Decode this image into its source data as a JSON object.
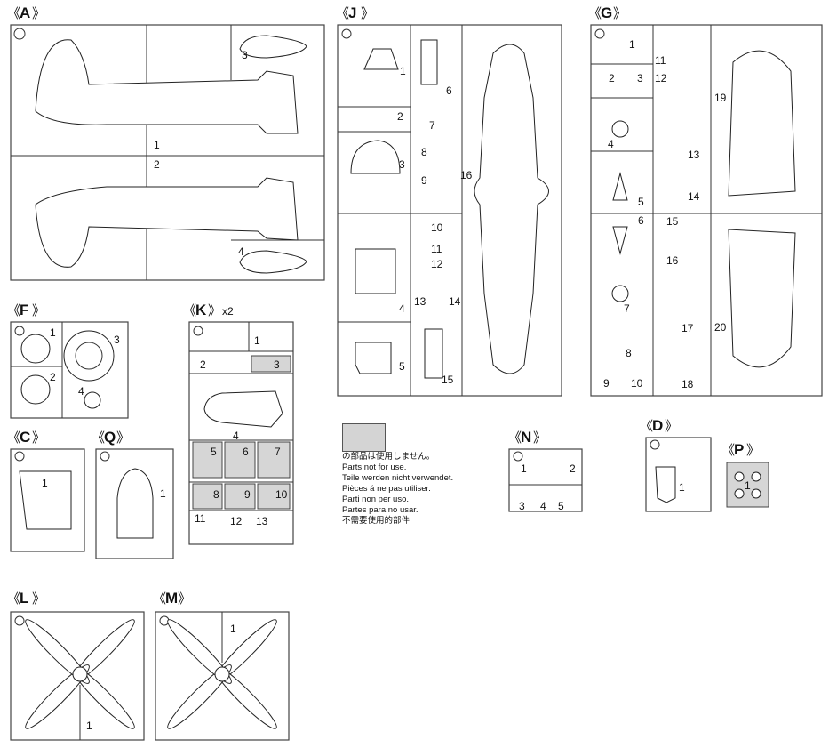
{
  "sprues": {
    "A": {
      "label": "A",
      "parts": [
        "1",
        "2",
        "3",
        "4"
      ]
    },
    "F": {
      "label": "F",
      "parts": [
        "1",
        "2",
        "3",
        "4"
      ]
    },
    "K": {
      "label": "K",
      "multiplier": "x2",
      "parts": [
        "1",
        "2",
        "3",
        "4",
        "5",
        "6",
        "7",
        "8",
        "9",
        "10",
        "11",
        "12",
        "13"
      ]
    },
    "C": {
      "label": "C",
      "parts": [
        "1"
      ]
    },
    "Q": {
      "label": "Q",
      "parts": [
        "1"
      ]
    },
    "L": {
      "label": "L",
      "parts": [
        "1"
      ]
    },
    "M": {
      "label": "M",
      "parts": [
        "1"
      ]
    },
    "J": {
      "label": "J",
      "parts": [
        "1",
        "2",
        "3",
        "4",
        "5",
        "6",
        "7",
        "8",
        "9",
        "10",
        "11",
        "12",
        "13",
        "14",
        "15",
        "16"
      ]
    },
    "G": {
      "label": "G",
      "parts": [
        "1",
        "2",
        "3",
        "4",
        "5",
        "6",
        "7",
        "8",
        "9",
        "10",
        "11",
        "12",
        "13",
        "14",
        "15",
        "16",
        "17",
        "18",
        "19",
        "20"
      ]
    },
    "N": {
      "label": "N",
      "parts": [
        "1",
        "2",
        "3",
        "4",
        "5"
      ]
    },
    "D": {
      "label": "D",
      "parts": [
        "1"
      ]
    },
    "P": {
      "label": "P",
      "parts": [
        "1"
      ]
    }
  },
  "legend": {
    "swatch_color": "#d4d4d4",
    "lines": [
      "の部品は使用しません。",
      "Parts not for use.",
      "Teile werden nicht verwendet.",
      "Pièces á ne pas utiliser.",
      "Parti non per uso.",
      "Partes para no usar.",
      "不需要使用的部件"
    ]
  }
}
